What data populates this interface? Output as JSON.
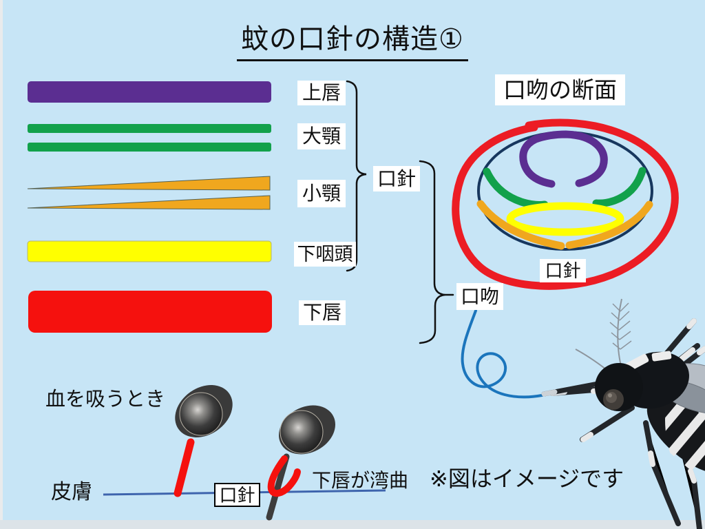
{
  "slide": {
    "title": "蚊の口針の構造①",
    "background_color": "#C7E5F6"
  },
  "legend": {
    "items": [
      {
        "id": "labrum",
        "label": "上唇",
        "color": "#5B2E91"
      },
      {
        "id": "mandible",
        "label": "大顎",
        "color": "#12A14B"
      },
      {
        "id": "maxilla",
        "label": "小顎",
        "color": "#F0A71E"
      },
      {
        "id": "hypopharynx",
        "label": "下咽頭",
        "color": "#FFFF00"
      },
      {
        "id": "labium",
        "label": "下唇",
        "color": "#F5110E"
      }
    ],
    "stylet_group_label": "口針",
    "proboscis_group_label": "口吻"
  },
  "cross_section": {
    "title": "口吻の断面",
    "stylet_label": "口針",
    "outline_color": "#17375E",
    "circle_color": "#EC1C24"
  },
  "sucking_diagram": {
    "heading": "血を吸うとき",
    "skin_label": "皮膚",
    "stylet_label": "口針",
    "labium_note": "下唇が湾曲",
    "skin_line_color": "#3E64AD",
    "stylet_color": "#3D3D3D"
  },
  "proboscis_connector_color": "#1B75BC",
  "note": "※図はイメージです"
}
